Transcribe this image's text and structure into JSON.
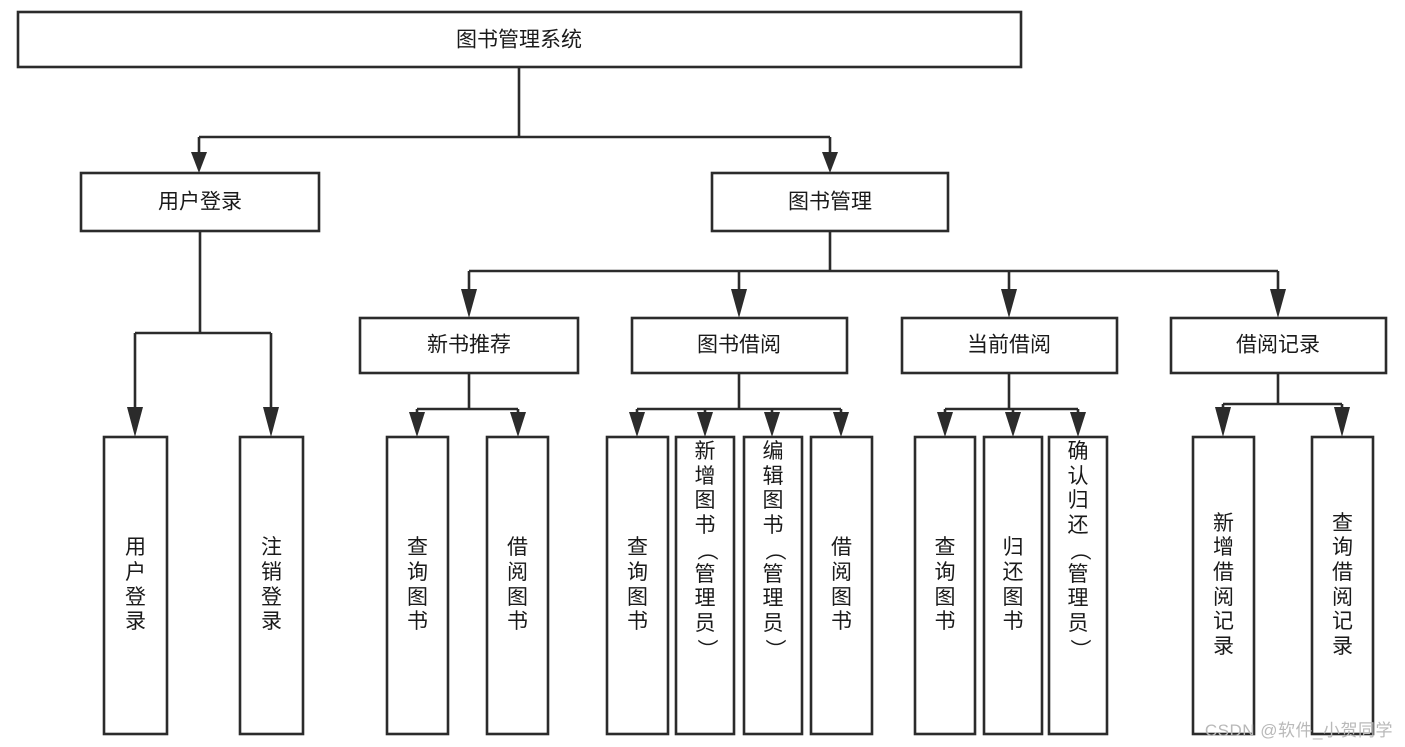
{
  "diagram": {
    "type": "tree-hierarchy-chart",
    "title": "图书管理系统",
    "background_color": "#ffffff",
    "line_color": "#2b2b2b",
    "text_color": "#1a1a1a",
    "watermark": "CSDN @软件_小贺同学",
    "root": {
      "id": "root",
      "label": "图书管理系统",
      "orientation": "horizontal"
    },
    "level2": [
      {
        "id": "user-login",
        "label": "用户登录",
        "orientation": "horizontal"
      },
      {
        "id": "book-management",
        "label": "图书管理",
        "orientation": "horizontal"
      }
    ],
    "level3": [
      {
        "id": "new-book-recommend",
        "label": "新书推荐",
        "parent": "book-management",
        "orientation": "horizontal"
      },
      {
        "id": "book-borrow",
        "label": "图书借阅",
        "parent": "book-management",
        "orientation": "horizontal"
      },
      {
        "id": "current-borrow",
        "label": "当前借阅",
        "parent": "book-management",
        "orientation": "horizontal"
      },
      {
        "id": "borrow-record",
        "label": "借阅记录",
        "parent": "book-management",
        "orientation": "horizontal"
      }
    ],
    "leaves": [
      {
        "id": "leaf-user-login",
        "label": "用户登录",
        "parent": "user-login",
        "orientation": "vertical"
      },
      {
        "id": "leaf-logout-login",
        "label": "注销登录",
        "parent": "user-login",
        "orientation": "vertical"
      },
      {
        "id": "leaf-query-book-1",
        "label": "查询图书",
        "parent": "new-book-recommend",
        "orientation": "vertical"
      },
      {
        "id": "leaf-borrow-book-1",
        "label": "借阅图书",
        "parent": "new-book-recommend",
        "orientation": "vertical"
      },
      {
        "id": "leaf-query-book-2",
        "label": "查询图书",
        "parent": "book-borrow",
        "orientation": "vertical"
      },
      {
        "id": "leaf-add-book",
        "label": "新增图书（管理员）",
        "parent": "book-borrow",
        "orientation": "vertical"
      },
      {
        "id": "leaf-edit-book",
        "label": "编辑图书（管理员）",
        "parent": "book-borrow",
        "orientation": "vertical"
      },
      {
        "id": "leaf-borrow-book-2",
        "label": "借阅图书",
        "parent": "book-borrow",
        "orientation": "vertical"
      },
      {
        "id": "leaf-query-book-3",
        "label": "查询图书",
        "parent": "current-borrow",
        "orientation": "vertical"
      },
      {
        "id": "leaf-return-book",
        "label": "归还图书",
        "parent": "current-borrow",
        "orientation": "vertical"
      },
      {
        "id": "leaf-confirm-return",
        "label": "确认归还（管理员）",
        "parent": "current-borrow",
        "orientation": "vertical"
      },
      {
        "id": "leaf-add-record",
        "label": "新增借阅记录",
        "parent": "borrow-record",
        "orientation": "vertical"
      },
      {
        "id": "leaf-query-record",
        "label": "查询借阅记录",
        "parent": "borrow-record",
        "orientation": "vertical"
      }
    ]
  }
}
